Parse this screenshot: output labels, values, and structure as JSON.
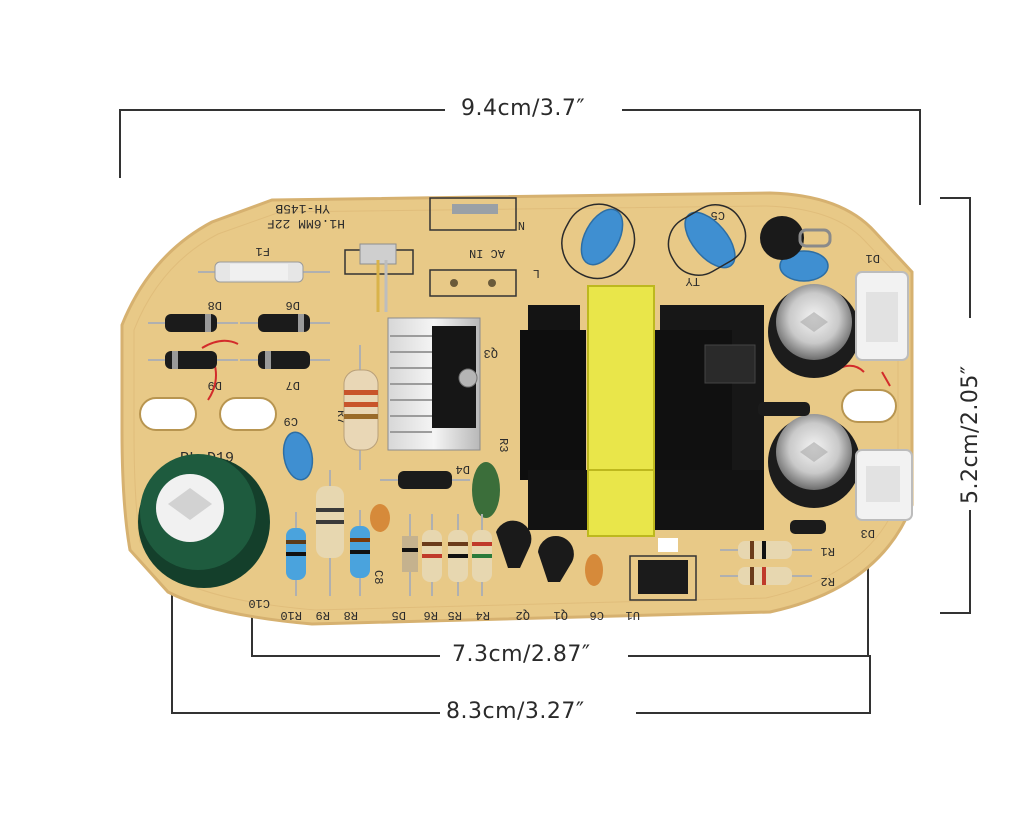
{
  "dimensions": {
    "overall_length": "9.4cm/3.7″",
    "board_height": "5.2cm/2.05″",
    "hole_center_spacing": "7.3cm/2.87″",
    "outer_hole_span": "8.3cm/3.27″"
  },
  "board": {
    "model_label": "YH-145B",
    "spec_label": "H1.6MM 22F",
    "fuse_label": "F1",
    "ac_in_label": "AC IN",
    "n_label": "N",
    "l_label": "L",
    "ty_label": "TY",
    "part_code": "PL-D19",
    "component_labels_bottom": [
      "R10",
      "R9",
      "R8",
      "D5",
      "R6",
      "R5",
      "R4",
      "Q2",
      "Q1",
      "C6",
      "U1"
    ],
    "component_labels_misc": [
      "D8",
      "D6",
      "D9",
      "D7",
      "C9",
      "R7",
      "Q3",
      "D4",
      "R3",
      "C8",
      "C10",
      "C5",
      "D1",
      "D3",
      "R1",
      "R2"
    ]
  },
  "colors": {
    "board": "#e8c987",
    "board_edge": "#d6b170",
    "capacitor_blue": "#3f8fd1",
    "transformer_core": "#141414",
    "transformer_tape": "#e9e64a",
    "electrolytic_green": "#1e5b3e",
    "dimension_line": "#333333"
  }
}
